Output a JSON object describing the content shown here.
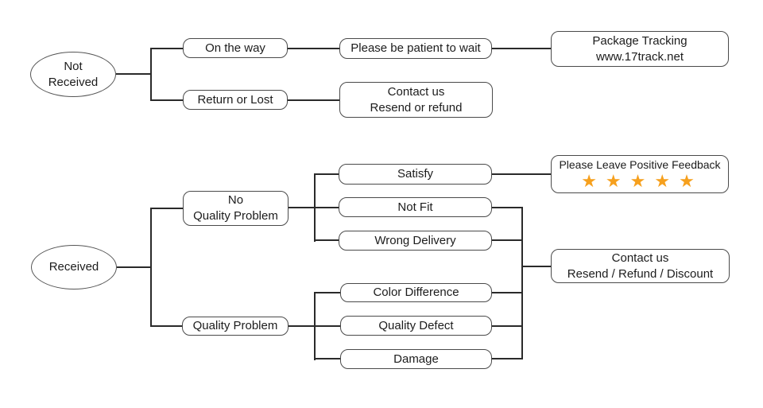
{
  "diagram_type": "customer-service-flowchart",
  "colors": {
    "background": "#ffffff",
    "box_border": "#4a4a4a",
    "connector": "#2a2a2a",
    "text": "#1c1c1c",
    "star": "#F6A01D"
  },
  "not_received_flow": {
    "root": {
      "line1": "Not",
      "line2": "Received"
    },
    "on_the_way": {
      "label": "On the way"
    },
    "be_patient": {
      "label": "Please be patient to wait"
    },
    "package_tracking": {
      "line1": "Package Tracking",
      "line2": "www.17track.net"
    },
    "return_or_lost": {
      "label": "Return or Lost"
    },
    "contact_resend_refund": {
      "line1": "Contact us",
      "line2": "Resend or refund"
    }
  },
  "received_flow": {
    "root": {
      "label": "Received"
    },
    "no_quality_problem": {
      "line1": "No",
      "line2": "Quality Problem"
    },
    "satisfy": {
      "label": "Satisfy"
    },
    "positive_feedback": {
      "label": "Please Leave Positive Feedback",
      "stars": "★★★★★",
      "star_count": 5,
      "star_color": "#F6A01D"
    },
    "not_fit": {
      "label": "Not Fit"
    },
    "wrong_delivery": {
      "label": "Wrong Delivery"
    },
    "quality_problem": {
      "label": "Quality Problem"
    },
    "color_difference": {
      "label": "Color Difference"
    },
    "quality_defect": {
      "label": "Quality Defect"
    },
    "damage": {
      "label": "Damage"
    },
    "contact_resend_refund_discount": {
      "line1": "Contact us",
      "line2": "Resend / Refund / Discount"
    }
  }
}
